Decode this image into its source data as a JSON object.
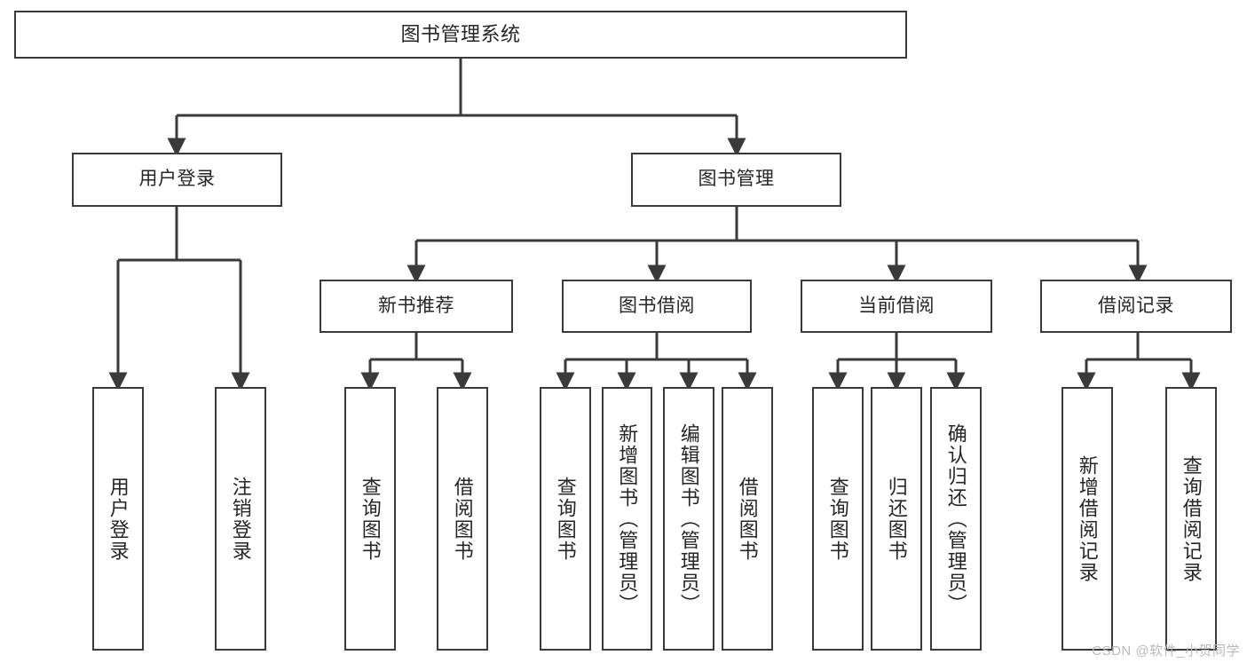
{
  "diagram": {
    "type": "tree-hierarchy-chart",
    "title": "图书管理系统",
    "colors": {
      "box_border": "#3a3a3a",
      "box_fill": "#ffffff",
      "edge": "#3a3a3a",
      "text": "#262626",
      "watermark": "#b9b9b9",
      "background": "#ffffff"
    },
    "levels": {
      "root": {
        "label": "图书管理系统"
      },
      "level2": [
        {
          "label": "用户登录"
        },
        {
          "label": "图书管理"
        }
      ],
      "level3": [
        {
          "label": "新书推荐"
        },
        {
          "label": "图书借阅"
        },
        {
          "label": "当前借阅"
        },
        {
          "label": "借阅记录"
        }
      ],
      "leaves": {
        "user_login": [
          {
            "label": "用户登录"
          },
          {
            "label": "注销登录"
          }
        ],
        "new_book_recommend": [
          {
            "label": "查询图书"
          },
          {
            "label": "借阅图书"
          }
        ],
        "book_borrow": [
          {
            "label": "查询图书"
          },
          {
            "label": "新增图书（管理员）"
          },
          {
            "label": "编辑图书（管理员）"
          },
          {
            "label": "借阅图书"
          }
        ],
        "current_borrow": [
          {
            "label": "查询图书"
          },
          {
            "label": "归还图书"
          },
          {
            "label": "确认归还（管理员）"
          }
        ],
        "borrow_record": [
          {
            "label": "新增借阅记录"
          },
          {
            "label": "查询借阅记录"
          }
        ]
      }
    },
    "watermark": "CSDN @软件_小贺同学"
  }
}
